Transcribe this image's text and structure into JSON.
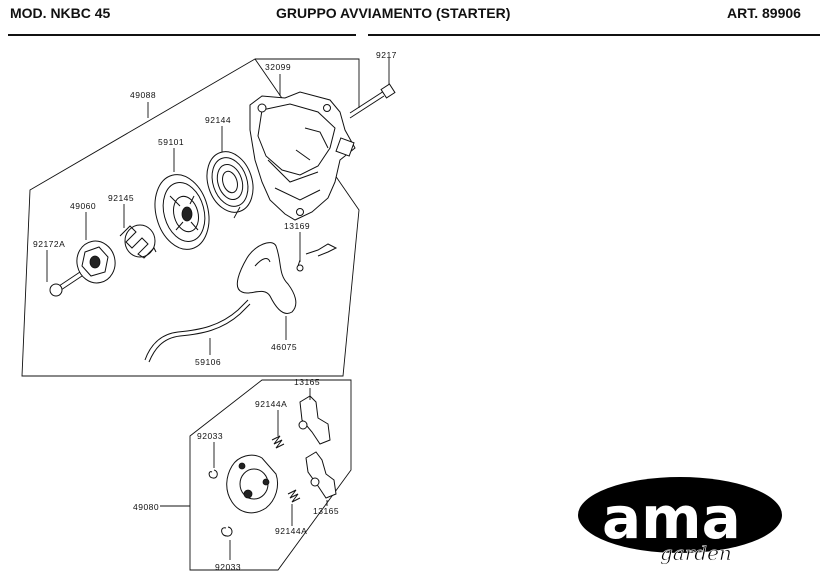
{
  "header": {
    "model": "MOD. NKBC 45",
    "title": "GRUPPO AVVIAMENTO (STARTER)",
    "article": "ART. 89906"
  },
  "parts": {
    "p49088": "49088",
    "p32099": "32099",
    "p9217": "9217",
    "p92144": "92144",
    "p59101": "59101",
    "p49060": "49060",
    "p92145": "92145",
    "p92172A": "92172A",
    "p13169": "13169",
    "p59106": "59106",
    "p46075": "46075",
    "p13165_top": "13165",
    "p92144A_top": "92144A",
    "p92033_top": "92033",
    "p49080": "49080",
    "p13165_bottom": "13165",
    "p92144A_bottom": "92144A",
    "p92033_bottom": "92033"
  },
  "logo": {
    "brand": "ama",
    "tagline": "garden"
  }
}
